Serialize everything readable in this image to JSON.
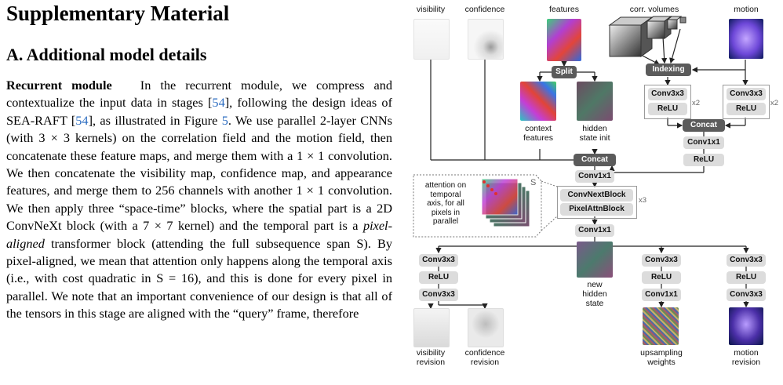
{
  "paper": {
    "title": "Supplementary Material",
    "section": "A. Additional model details",
    "para_heading": "Recurrent module",
    "para_text_1": "In the recurrent module, we compress and contextualize the input data in stages [",
    "ref_54": "54",
    "para_text_2": "], following the design ideas of SEA-RAFT [",
    "para_text_3": "], as illustrated in Figure ",
    "ref_fig": "5",
    "para_text_4": ". We use parallel 2-layer CNNs (with 3 × 3 kernels) on the correlation field and the motion field, then concatenate these feature maps, and merge them with a 1 × 1 convolution. We then concatenate the visibility map, confidence map, and appearance features, and merge them to 256 channels with another 1 × 1 convolution. We then apply three “space-time” blocks, where the spatial part is a 2D ConvNeXt block (with a 7 × 7 kernel) and the temporal part is a ",
    "para_italic": "pixel-aligned",
    "para_text_5": " transformer block (attending the full subsequence span S). By pixel-aligned, we mean that attention only happens along the temporal axis (i.e., with cost quadratic in S = 16), and this is done for every pixel in parallel. We note that an important convenience of our design is that all of the tensors in this stage are aligned with the “query” frame, therefore"
  },
  "figure": {
    "inputs": {
      "visibility": "visibility",
      "confidence": "confidence",
      "features": "features",
      "corr_volumes": "corr. volumes",
      "motion": "motion"
    },
    "blocks": {
      "split": "Split",
      "indexing": "Indexing",
      "conv3x3": "Conv3x3",
      "relu": "ReLU",
      "concat": "Concat",
      "conv1x1": "Conv1x1",
      "convnext": "ConvNextBlock",
      "pixelattn": "PixelAttnBlock",
      "x2": "x2",
      "x3": "x3",
      "s": "S"
    },
    "labels": {
      "context_features": [
        "context",
        "features"
      ],
      "hidden_state_init": [
        "hidden",
        "state init"
      ],
      "attention_note": [
        "attention on",
        "temporal",
        "axis, for all",
        "pixels in",
        "parallel"
      ],
      "new_hidden_state": [
        "new",
        "hidden",
        "state"
      ],
      "visibility_revision": [
        "visibility",
        "revision"
      ],
      "confidence_revision": [
        "confidence",
        "revision"
      ],
      "upsampling_weights": [
        "upsampling",
        "weights"
      ],
      "motion_revision": [
        "motion",
        "revision"
      ]
    }
  }
}
